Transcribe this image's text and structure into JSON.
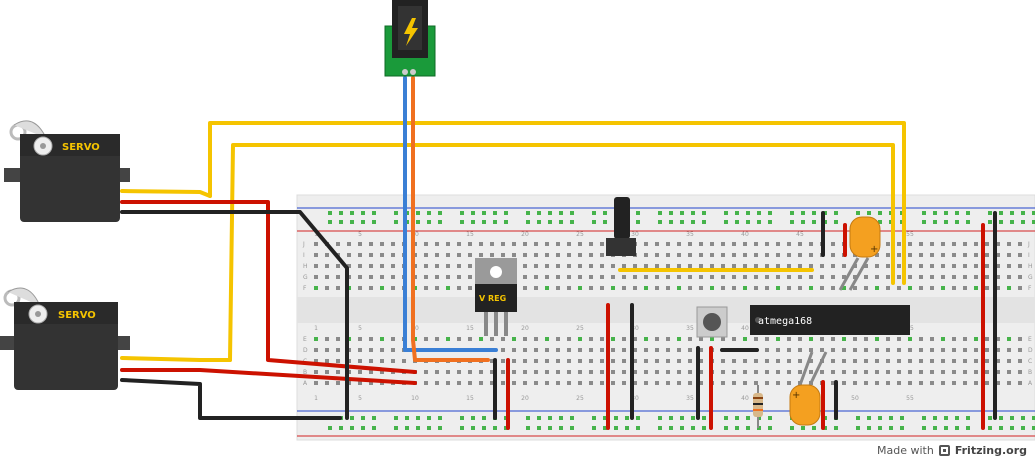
{
  "diagram": {
    "servo_label": "SERVO",
    "chip_label": "atmega168",
    "regulator_label": "V REG",
    "column_numbers": [
      "1",
      "5",
      "10",
      "15",
      "20",
      "25",
      "30",
      "35",
      "40",
      "45",
      "50",
      "55"
    ],
    "row_letters_top": [
      "J",
      "I",
      "H",
      "G",
      "F"
    ],
    "row_letters_bottom": [
      "E",
      "D",
      "C",
      "B",
      "A"
    ]
  },
  "credit": {
    "made_with": "Made with",
    "brand": "Fritzing.org"
  },
  "colors": {
    "wire_red": "#cc1100",
    "wire_black": "#222222",
    "wire_yellow": "#f5c400",
    "wire_blue": "#3a7fd5",
    "wire_orange": "#f07020",
    "rail_red": "#d22222",
    "rail_blue": "#2244cc",
    "hole_green": "#46b34a",
    "pcb_green": "#1a9a3a",
    "servo_body": "#333333",
    "capacitor": "#f4a020"
  }
}
